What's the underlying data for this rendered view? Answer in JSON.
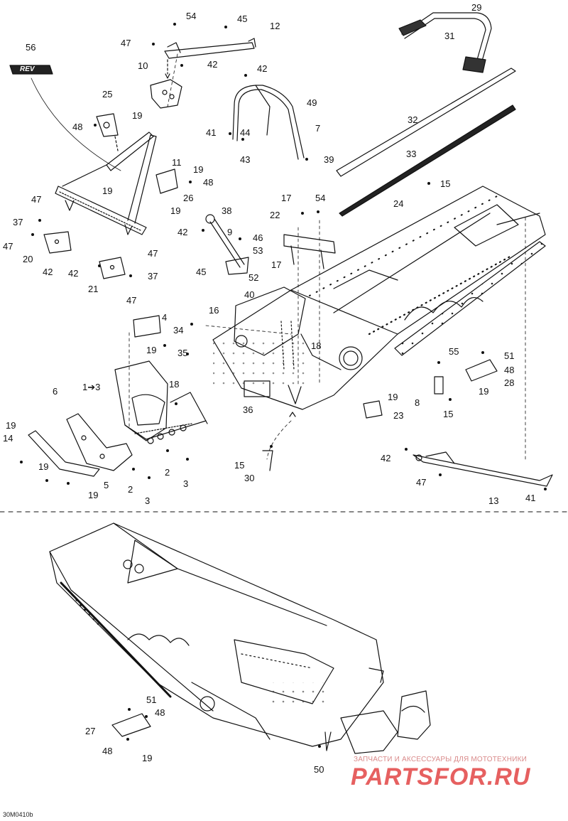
{
  "diagram": {
    "reference_code": "30M0410b",
    "watermark_tagline": "ЗАПЧАСТИ И АКСЕССУАРЫ ДЛЯ МОТОТЕХНИКИ",
    "watermark_brand": "PARTSFOR.RU",
    "emblem_text": "REV",
    "callouts": [
      "54",
      "45",
      "12",
      "47",
      "42",
      "10",
      "56",
      "25",
      "29",
      "31",
      "42",
      "49",
      "7",
      "41",
      "44",
      "43",
      "39",
      "48",
      "19",
      "11",
      "19",
      "19",
      "48",
      "26",
      "19",
      "32",
      "33",
      "15",
      "24",
      "17",
      "54",
      "22",
      "47",
      "37",
      "47",
      "20",
      "42",
      "38",
      "42",
      "9",
      "46",
      "53",
      "17",
      "45",
      "52",
      "42",
      "47",
      "21",
      "37",
      "47",
      "40",
      "16",
      "4",
      "34",
      "19",
      "18",
      "35",
      "1➔3",
      "18",
      "6",
      "19",
      "14",
      "19",
      "5",
      "19",
      "2",
      "3",
      "2",
      "3",
      "55",
      "51",
      "48",
      "28",
      "19",
      "8",
      "15",
      "36",
      "19",
      "23",
      "15",
      "30",
      "42",
      "47",
      "13",
      "41",
      "51",
      "48",
      "27",
      "48",
      "19",
      "50"
    ]
  }
}
